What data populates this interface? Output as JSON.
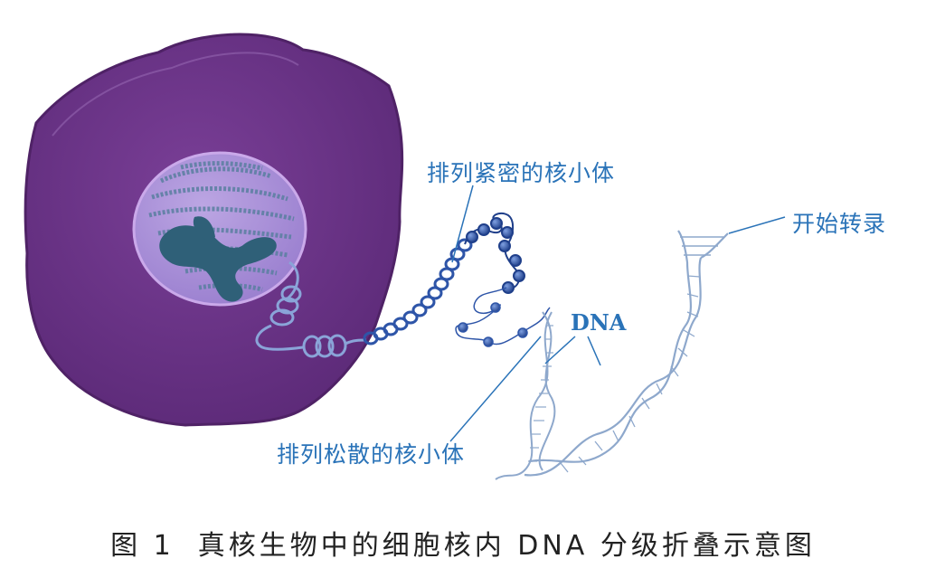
{
  "labels": {
    "dense_nucleosomes": "排列紧密的核小体",
    "open_nucleosomes": "排列松散的核小体",
    "transcription": "开始转录",
    "dna": "DNA"
  },
  "caption": {
    "number": "图 1",
    "text": "真核生物中的细胞核内 DNA 分级折叠示意图"
  },
  "colors": {
    "cell": "#6b3486",
    "cell_edge": "#4f2266",
    "nucleus": "#a98fd6",
    "chromosome": "#2f6078",
    "fiber": "#3a66b8",
    "dna": "#8ea8cc",
    "label": "#2a73b8"
  }
}
